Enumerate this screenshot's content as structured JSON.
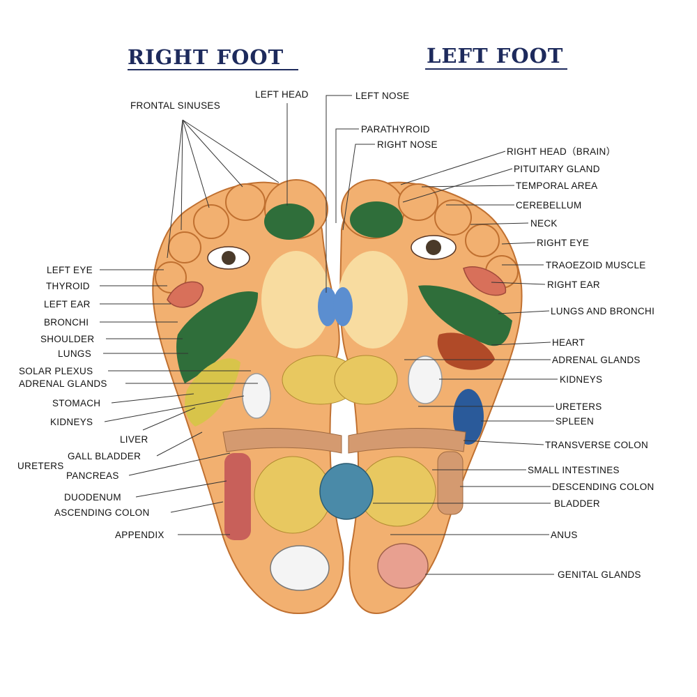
{
  "titles": {
    "right_foot": "RIGHT FOOT",
    "left_foot": "LEFT FOOT"
  },
  "labels": {
    "frontal_sinuses": "FRONTAL SINUSES",
    "left_head": "LEFT HEAD",
    "left_nose": "LEFT NOSE",
    "parathyroid": "PARATHYROID",
    "right_nose": "RIGHT NOSE",
    "left_eye": "LEFT EYE",
    "thyroid": "THYROID",
    "left_ear": "LEFT EAR",
    "bronchi": "BRONCHI",
    "shoulder": "SHOULDER",
    "lungs": "LUNGS",
    "solar_plexus": "SOLAR PLEXUS",
    "adrenal_glands_r": "ADRENAL GLANDS",
    "stomach": "STOMACH",
    "kidneys_r": "KIDNEYS",
    "liver": "LIVER",
    "gall_bladder": "GALL BLADDER",
    "ureters_r": "URETERS",
    "pancreas": "PANCREAS",
    "duodenum": "DUODENUM",
    "ascending_colon": "ASCENDING COLON",
    "appendix": "APPENDIX",
    "right_head": "RIGHT HEAD（BRAIN）",
    "pituitary_gland": "PITUITARY GLAND",
    "temporal_area": "TEMPORAL AREA",
    "cerebellum": "CEREBELLUM",
    "neck": "NECK",
    "right_eye": "RIGHT EYE",
    "trapezoid_muscle": "TRAOEZOID MUSCLE",
    "right_ear": "RIGHT EAR",
    "lungs_and_bronchi": "LUNGS AND BRONCHI",
    "heart": "HEART",
    "adrenal_glands_l": "ADRENAL GLANDS",
    "kidneys_l": "KIDNEYS",
    "ureters_l": "URETERS",
    "spleen": "SPLEEN",
    "transverse_colon": "TRANSVERSE COLON",
    "small_intestines": "SMALL INTESTINES",
    "descending_colon": "DESCENDING COLON",
    "bladder": "BLADDER",
    "anus": "ANUS",
    "genital_glands": "GENITAL GLANDS"
  },
  "colors": {
    "title": "#1d2a5c",
    "foot_skin": "#f2b070",
    "foot_light": "#f8dca0",
    "foot_outline": "#c07030",
    "lungs": "#2f6e3a",
    "intestine": "#e8c860",
    "colon": "#d49a70",
    "kidney": "#f4f4f4",
    "bladder": "#4a8aa8",
    "spleen": "#2a5a9a",
    "heart": "#b04a28"
  }
}
